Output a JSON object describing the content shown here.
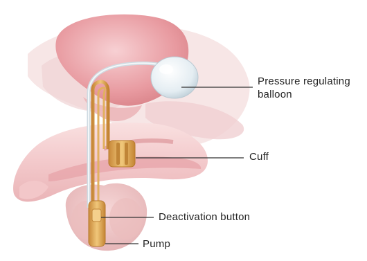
{
  "labels": {
    "balloon_line1": "Pressure regulating",
    "balloon_line2": "balloon",
    "cuff": "Cuff",
    "deactivation_button": "Deactivation button",
    "pump": "Pump"
  },
  "colors": {
    "tissue_pink": "#f2c4c6",
    "bladder_pink": "#e89aa0",
    "device_gold": "#d9a24a",
    "tube_blue": "#dfe8ee",
    "leader_line": "#333333"
  }
}
